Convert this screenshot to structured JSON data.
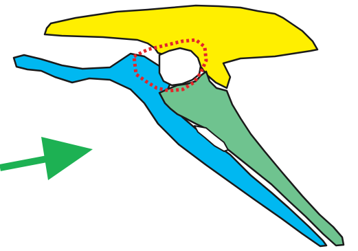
{
  "regions": [
    {
      "id": "yellow-bone",
      "color": "#ffef00"
    },
    {
      "id": "blue-bone",
      "color": "#00b8f1"
    },
    {
      "id": "green-bone",
      "color": "#6fc38f"
    }
  ],
  "outline_color": "#1a1a1a",
  "highlight": {
    "color": "#e3262a",
    "style": "dotted"
  },
  "arrow": {
    "color": "#1db153",
    "direction": "right"
  }
}
